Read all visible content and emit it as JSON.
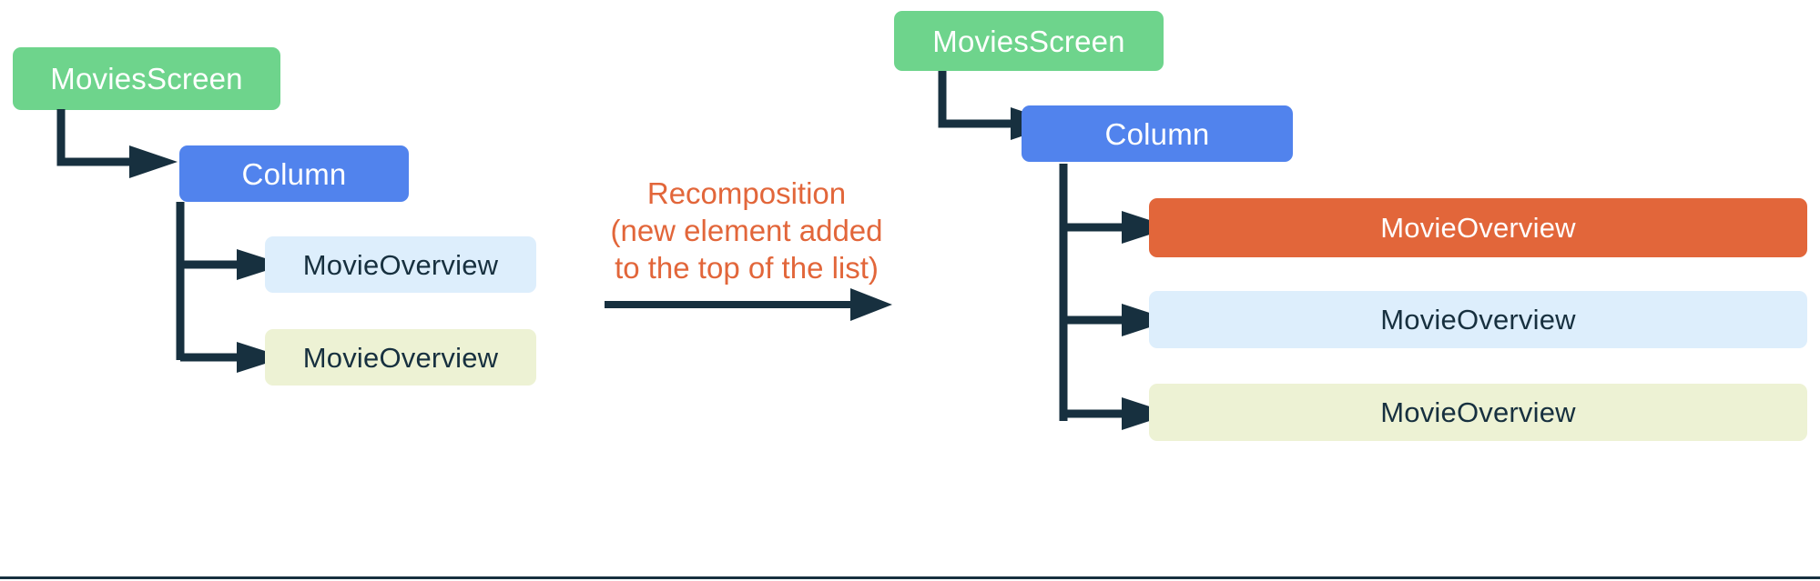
{
  "diagram": {
    "type": "composition-tree-recomposition",
    "colors": {
      "green": "#6ed48c",
      "blue": "#5183ed",
      "orange": "#e2663a",
      "light_blue": "#ddeefc",
      "light_yellow": "#edf2d4",
      "arrow_dark": "#17303f",
      "background": "#ffffff"
    },
    "before": {
      "nodes": [
        {
          "id": "movies-screen",
          "label": "MoviesScreen",
          "color": "green"
        },
        {
          "id": "column",
          "label": "Column",
          "color": "blue"
        },
        {
          "id": "movie-overview-1",
          "label": "MovieOverview",
          "color": "light_blue"
        },
        {
          "id": "movie-overview-2",
          "label": "MovieOverview",
          "color": "light_yellow"
        }
      ]
    },
    "transition": {
      "caption_lines": [
        "Recomposition",
        "(new element added",
        "to the top of the list)"
      ],
      "arrow": "right-arrow"
    },
    "after": {
      "nodes": [
        {
          "id": "movies-screen",
          "label": "MoviesScreen",
          "color": "green"
        },
        {
          "id": "column",
          "label": "Column",
          "color": "blue"
        },
        {
          "id": "movie-overview-new",
          "label": "MovieOverview",
          "color": "orange"
        },
        {
          "id": "movie-overview-1",
          "label": "MovieOverview",
          "color": "light_blue"
        },
        {
          "id": "movie-overview-2",
          "label": "MovieOverview",
          "color": "light_yellow"
        }
      ]
    }
  }
}
